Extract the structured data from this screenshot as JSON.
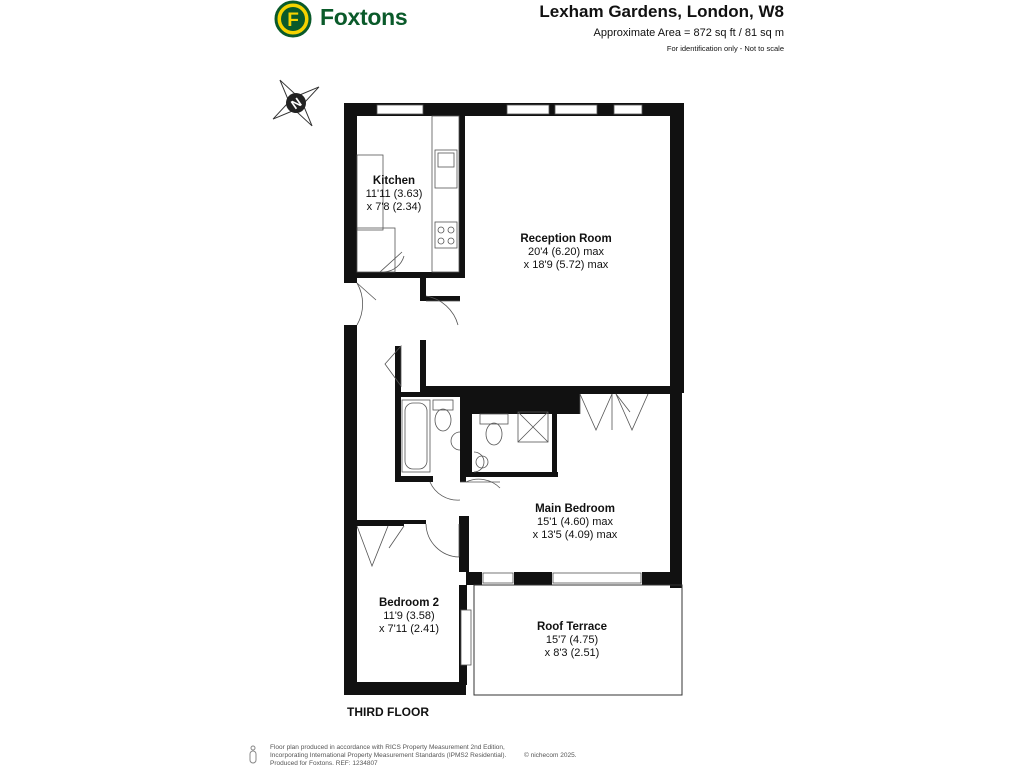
{
  "brand": {
    "name": "Foxtons",
    "logo_letter": "F"
  },
  "header": {
    "title": "Lexham Gardens, London, W8",
    "area": "Approximate Area = 872 sq ft / 81 sq m",
    "note": "For identification only - Not to scale"
  },
  "compass": {
    "label": "N"
  },
  "rooms": {
    "kitchen": {
      "name": "Kitchen",
      "dim1": "11'11 (3.63)",
      "dim2": "x 7'8 (2.34)"
    },
    "reception": {
      "name": "Reception Room",
      "dim1": "20'4 (6.20) max",
      "dim2": "x 18'9 (5.72) max"
    },
    "main_bedroom": {
      "name": "Main Bedroom",
      "dim1": "15'1 (4.60) max",
      "dim2": "x 13'5 (4.09) max"
    },
    "bedroom2": {
      "name": "Bedroom 2",
      "dim1": "11'9 (3.58)",
      "dim2": "x 7'11 (2.41)"
    },
    "roof_terrace": {
      "name": "Roof Terrace",
      "dim1": "15'7 (4.75)",
      "dim2": "x 8'3 (2.51)"
    }
  },
  "floor_label": "THIRD FLOOR",
  "footer": {
    "line1": "Floor plan produced in accordance with RICS Property Measurement 2nd Edition,",
    "line2": "Incorporating International Property Measurement Standards (IPMS2 Residential).",
    "line3": "Produced for Foxtons.   REF: 1234807",
    "copyright": "© nichecom 2025."
  },
  "colors": {
    "brand_green": "#0a5a2a",
    "brand_yellow": "#f5d300",
    "wall": "#111111"
  }
}
